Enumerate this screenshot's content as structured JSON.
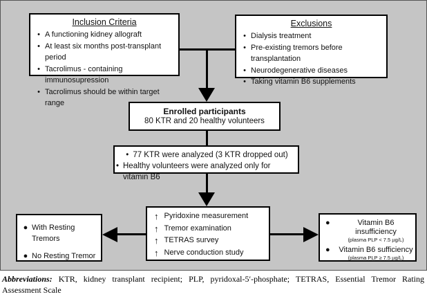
{
  "icons": {
    "bullet": "•",
    "big_dot": "●",
    "up_arrow": "↑"
  },
  "colors": {
    "diagram_background": "#c5c5c5",
    "box_background": "#ffffff",
    "line": "#000000"
  },
  "inclusion": {
    "title": "Inclusion Criteria",
    "items": [
      "A functioning kidney allograft",
      "At least six months post-transplant period",
      "Tacrolimus - containing immunosupression",
      "Tacrolimus should be within target range"
    ]
  },
  "exclusions": {
    "title": "Exclusions",
    "items": [
      "Dialysis treatment",
      "Pre-existing tremors before transplantation",
      "Neurodegenerative diseases",
      "Taking vitamin B6 supplements"
    ]
  },
  "enrolled": {
    "title": "Enrolled participants",
    "subtitle": "80 KTR and 20 healthy volunteers"
  },
  "analyzed": {
    "items": [
      "77 KTR were analyzed (3 KTR dropped out)",
      "Healthy volunteers were analyzed only for vitamin B6"
    ]
  },
  "assessments": {
    "items": [
      "Pyridoxine measurement",
      "Tremor examination",
      "TETRAS survey",
      "Nerve conduction study"
    ]
  },
  "tremor_groups": {
    "items": [
      "With Resting Tremors",
      "No Resting Tremor"
    ]
  },
  "b6_groups": {
    "items": [
      {
        "label": "Vitamin B6 insufficiency",
        "detail": "(plasma PLP < 7.5 µg/L)"
      },
      {
        "label": "Vitamin B6 sufficiency",
        "detail": "(plasma PLP ≥ 7.5 µg/L)"
      }
    ]
  },
  "footnote": {
    "label": "Abbreviations:",
    "line1_rest": "KTR, kidney transplant recipient; PLP, pyridoxal-5′-phosphate; TETRAS, Essential Tremor Rating",
    "line2": "Assessment Scale"
  }
}
